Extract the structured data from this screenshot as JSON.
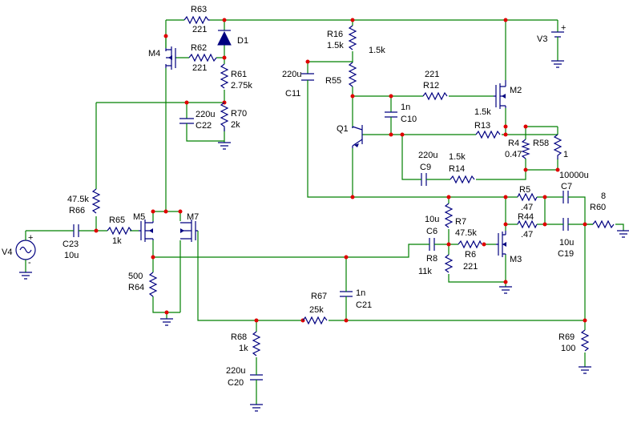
{
  "colors": {
    "wire": "#008000",
    "component": "#000080",
    "junction": "#e00000",
    "text": "#000000"
  },
  "components": {
    "r63": {
      "ref": "R63",
      "value": "221"
    },
    "r62": {
      "ref": "R62",
      "value": "221"
    },
    "r61": {
      "ref": "R61",
      "value": "2.75k"
    },
    "r70": {
      "ref": "R70",
      "value": "2k"
    },
    "c22": {
      "ref": "C22",
      "value": "220u"
    },
    "d1": {
      "ref": "D1"
    },
    "m4": {
      "ref": "M4"
    },
    "m5": {
      "ref": "M5"
    },
    "m7": {
      "ref": "M7"
    },
    "r66": {
      "ref": "R66",
      "value": "47.5k"
    },
    "r65": {
      "ref": "R65",
      "value": "1k"
    },
    "c23": {
      "ref": "C23",
      "value": "10u"
    },
    "v4": {
      "ref": "V4"
    },
    "r64": {
      "ref": "R64",
      "value": "500"
    },
    "r16": {
      "ref": "R16",
      "value": "1.5k"
    },
    "r55": {
      "ref": "R55",
      "value": "1.5k"
    },
    "c11": {
      "ref": "C11",
      "value": "220u"
    },
    "q1": {
      "ref": "Q1"
    },
    "c10": {
      "ref": "C10",
      "value": "1n"
    },
    "r12": {
      "ref": "R12",
      "value": "221"
    },
    "r13": {
      "ref": "R13",
      "value": "1.5k"
    },
    "m2": {
      "ref": "M2"
    },
    "v3": {
      "ref": "V3"
    },
    "r4": {
      "ref": "R4",
      "value": "0.47"
    },
    "r58": {
      "ref": "R58",
      "value": "1"
    },
    "c9": {
      "ref": "C9",
      "value": "220u"
    },
    "r14": {
      "ref": "R14",
      "value": "1.5k"
    },
    "r5": {
      "ref": "R5",
      "value": ".47"
    },
    "r44": {
      "ref": "R44",
      "value": ".47"
    },
    "c7": {
      "ref": "C7",
      "value": "10000u"
    },
    "r60": {
      "ref": "R60",
      "value": "8"
    },
    "c19": {
      "ref": "C19",
      "value": "10u"
    },
    "r7": {
      "ref": "R7",
      "value": "47.5k"
    },
    "c6": {
      "ref": "C6",
      "value": "10u"
    },
    "r6": {
      "ref": "R6",
      "value": "221"
    },
    "r8": {
      "ref": "R8",
      "value": "11k"
    },
    "m3": {
      "ref": "M3"
    },
    "c21": {
      "ref": "C21",
      "value": "1n"
    },
    "r67": {
      "ref": "R67",
      "value": "25k"
    },
    "r68": {
      "ref": "R68",
      "value": "1k"
    },
    "c20": {
      "ref": "C20",
      "value": "220u"
    },
    "r69": {
      "ref": "R69",
      "value": "100"
    }
  }
}
